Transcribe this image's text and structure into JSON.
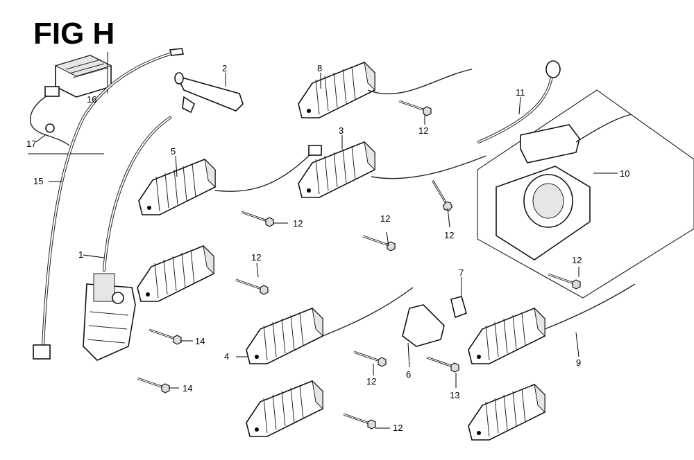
{
  "title": "FIG H",
  "callouts": [
    {
      "id": "c1",
      "text": "1"
    },
    {
      "id": "c2",
      "text": "2"
    },
    {
      "id": "c3",
      "text": "3"
    },
    {
      "id": "c4",
      "text": "4"
    },
    {
      "id": "c5",
      "text": "5"
    },
    {
      "id": "c6",
      "text": "6"
    },
    {
      "id": "c7",
      "text": "7"
    },
    {
      "id": "c8",
      "text": "8"
    },
    {
      "id": "c9",
      "text": "9"
    },
    {
      "id": "c10",
      "text": "10"
    },
    {
      "id": "c11",
      "text": "11"
    },
    {
      "id": "c12a",
      "text": "12"
    },
    {
      "id": "c12b",
      "text": "12"
    },
    {
      "id": "c12c",
      "text": "12"
    },
    {
      "id": "c12d",
      "text": "12"
    },
    {
      "id": "c12e",
      "text": "12"
    },
    {
      "id": "c12f",
      "text": "12"
    },
    {
      "id": "c12g",
      "text": "12"
    },
    {
      "id": "c12h",
      "text": "12"
    },
    {
      "id": "c13",
      "text": "13"
    },
    {
      "id": "c14a",
      "text": "14"
    },
    {
      "id": "c14b",
      "text": "14"
    },
    {
      "id": "c15",
      "text": "15"
    },
    {
      "id": "c16",
      "text": "16"
    },
    {
      "id": "c17",
      "text": "17"
    }
  ]
}
